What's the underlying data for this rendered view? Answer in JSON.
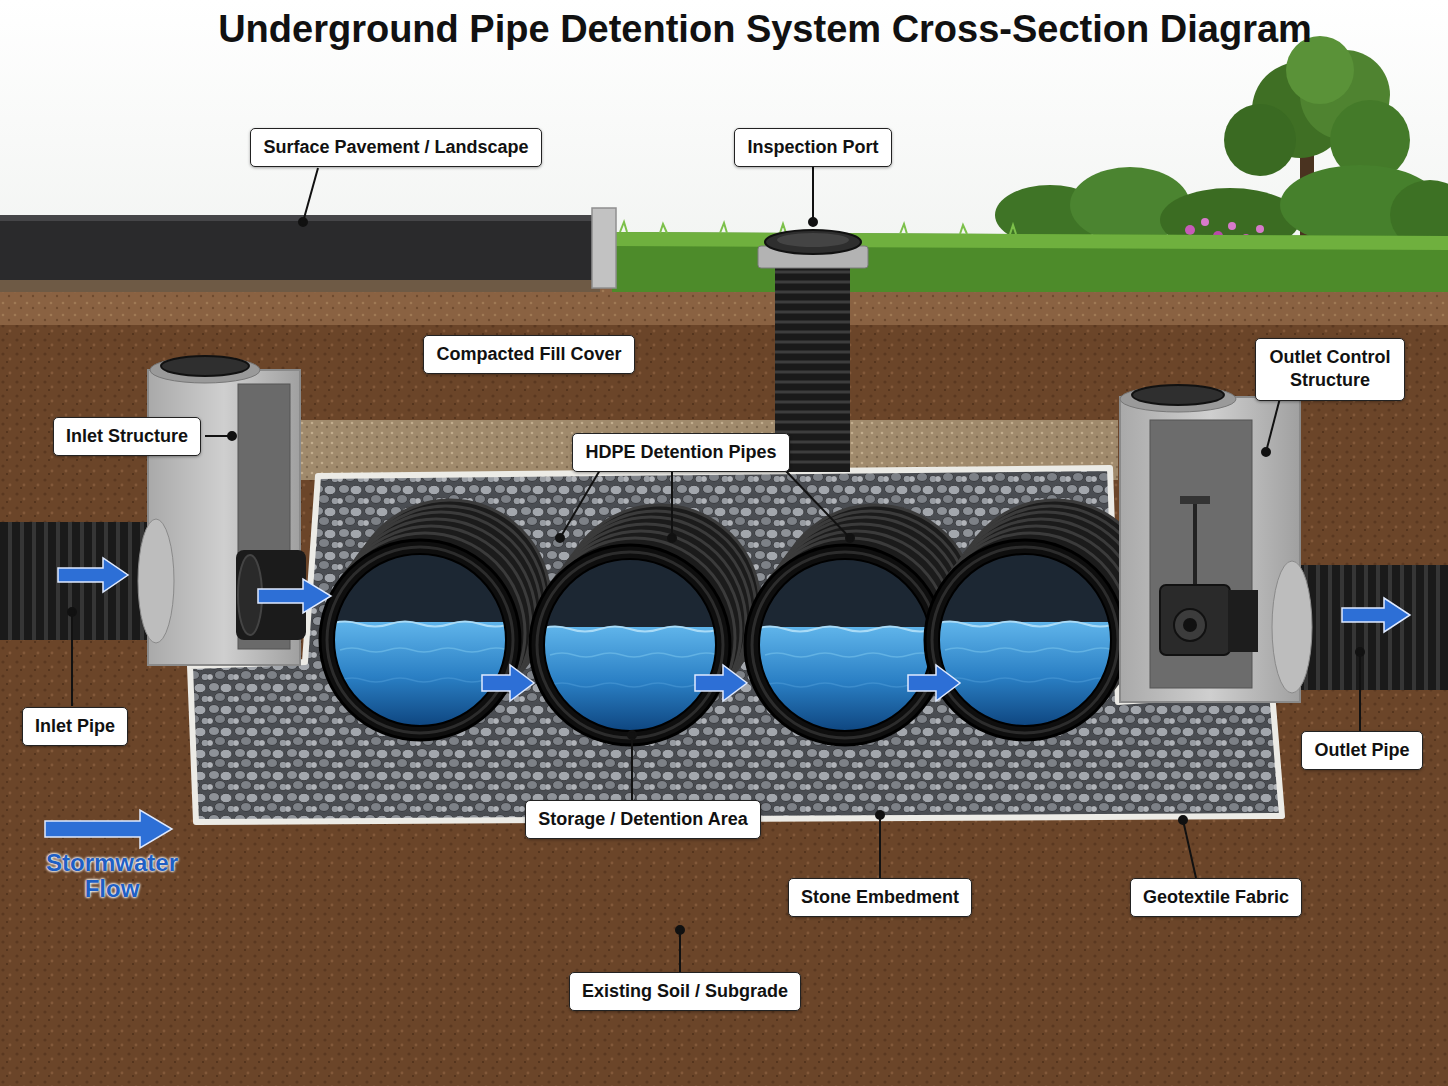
{
  "diagram": {
    "title": "Underground Pipe Detention System Cross-Section Diagram",
    "labels": [
      "Surface Pavement / Landscape",
      "Inspection Port",
      "Compacted Fill Cover",
      "Outlet Control Structure",
      "Inlet Structure",
      "HDPE Detention Pipes",
      "Inlet Pipe",
      "Outlet Pipe",
      "Storage / Detention Area",
      "Stone Embedment",
      "Geotextile Fabric",
      "Existing Soil / Subgrade"
    ],
    "legend": [
      {
        "text": "Stormwater Flow"
      }
    ]
  }
}
